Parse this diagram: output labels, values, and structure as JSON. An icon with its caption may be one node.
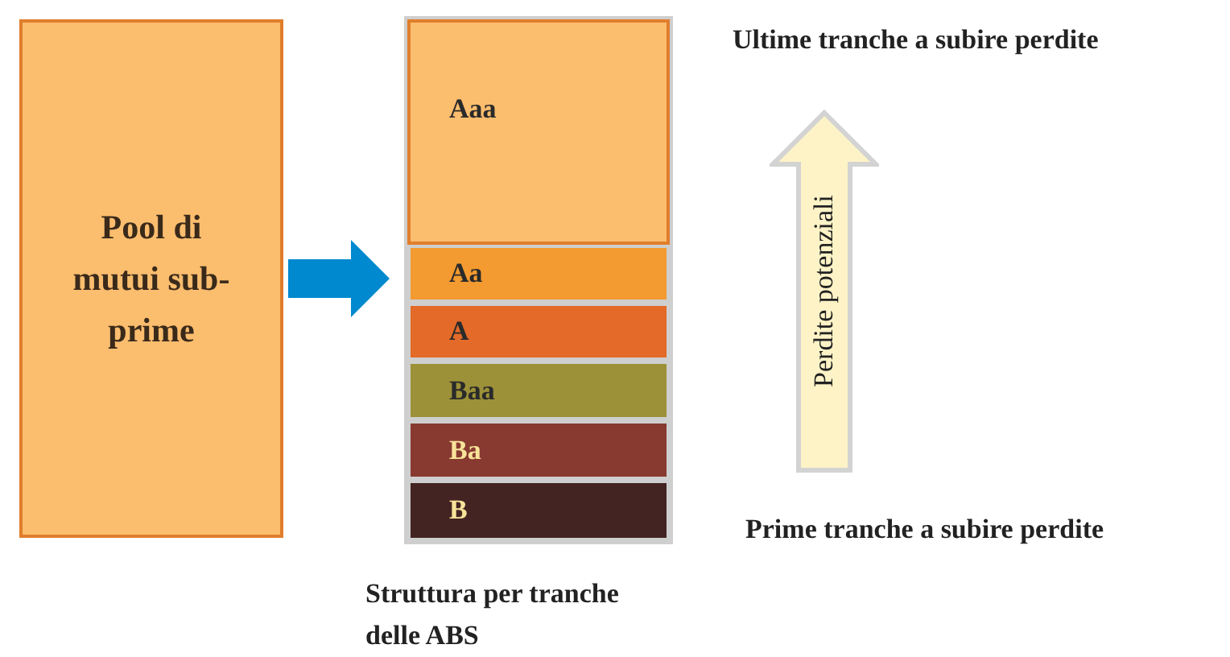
{
  "diagram": {
    "nodes": [
      {
        "text": [
          "Pool di mutui sub-prime"
        ]
      },
      {
        "text": [],
        "shape": "box",
        "beside": [
          "Struttura per tranche delle ABS"
        ]
      },
      {
        "text": [
          "Aaa"
        ],
        "in": 1
      },
      {
        "text": [
          "Aa"
        ],
        "in": 1
      },
      {
        "text": [
          "A"
        ],
        "in": 1
      },
      {
        "text": [
          "Baa"
        ],
        "in": 1
      },
      {
        "text": [
          "Ba"
        ],
        "in": 1
      },
      {
        "text": [
          "B"
        ],
        "in": 1
      },
      {
        "text": [
          "Perdite potenziali"
        ]
      }
    ],
    "edges": [
      {
        "from": 0,
        "to": 1,
        "arrow": "to",
        "color": "#0089cf"
      }
    ],
    "labels": [
      "Ultime tranche a subire perdite",
      "Prime tranche a subire perdite"
    ]
  }
}
